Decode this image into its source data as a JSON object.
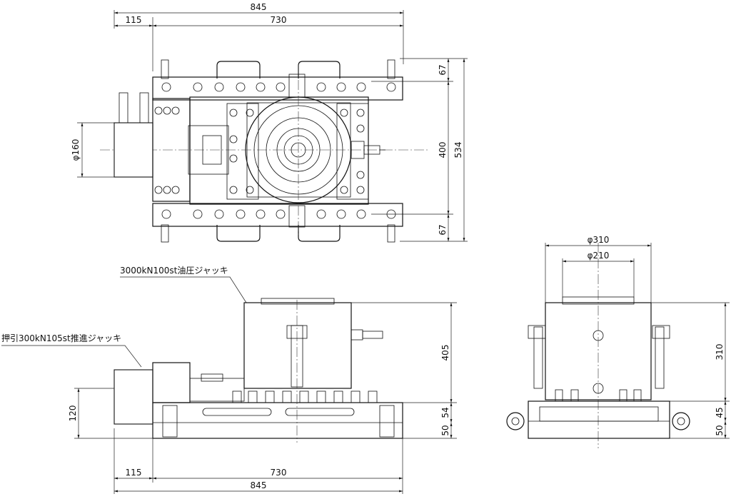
{
  "top_view": {
    "dim_overall_width": "845",
    "dim_left_offset": "115",
    "dim_body_width": "730",
    "dim_top_margin": "67",
    "dim_inner_height": "400",
    "dim_overall_height": "534",
    "dim_bottom_margin": "67",
    "dim_push_jack_dia": "φ160"
  },
  "front_view": {
    "label_main_jack": "3000kN100st油圧ジャッキ",
    "label_push_jack": "押引300kN105st推進ジャッキ",
    "dim_total_height": "405",
    "dim_frame_upper": "54",
    "dim_frame_lower": "50",
    "dim_push_jack_height": "120",
    "dim_left_offset": "115",
    "dim_body_width": "730",
    "dim_overall_width": "845"
  },
  "side_view": {
    "dim_outer_dia": "φ310",
    "dim_ram_dia": "φ210",
    "dim_jack_height": "310",
    "dim_frame_upper": "45",
    "dim_frame_lower": "50"
  }
}
